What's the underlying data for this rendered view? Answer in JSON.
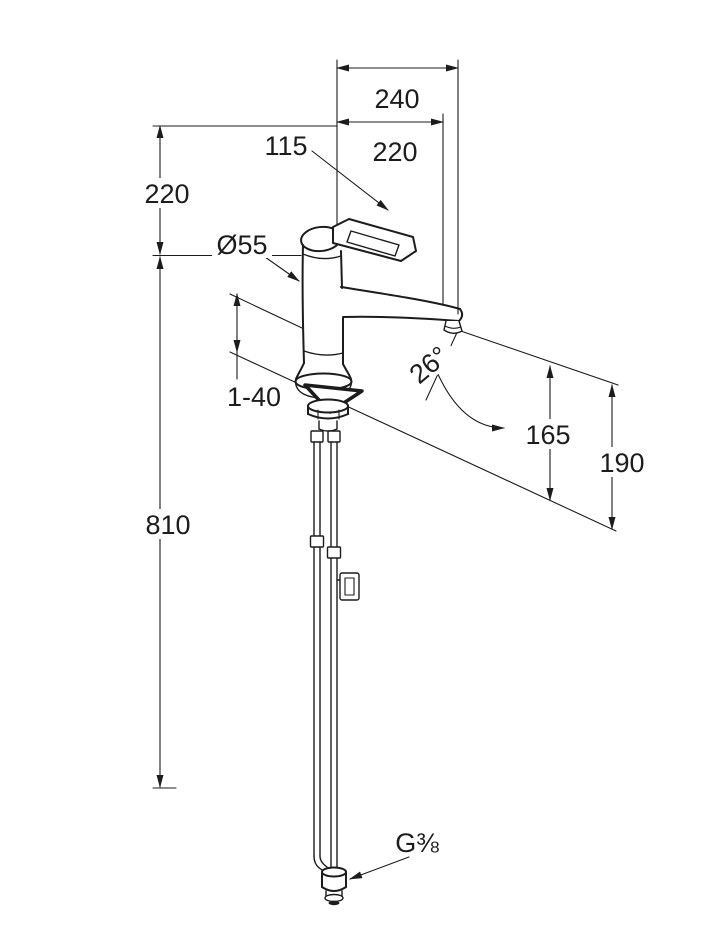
{
  "drawing": {
    "colors": {
      "line": "#1c1c1c",
      "background": "#ffffff"
    },
    "dimensions": {
      "projection_total": "240",
      "handle_reach": "115",
      "spout_projection": "220",
      "body_height": "220",
      "base_diameter": "Ø55",
      "mounting_thickness": "1-40",
      "spout_angle": "26°",
      "spout_height": "165",
      "outlet_height": "190",
      "hose_length": "810",
      "connection_thread": "G⅜"
    }
  }
}
